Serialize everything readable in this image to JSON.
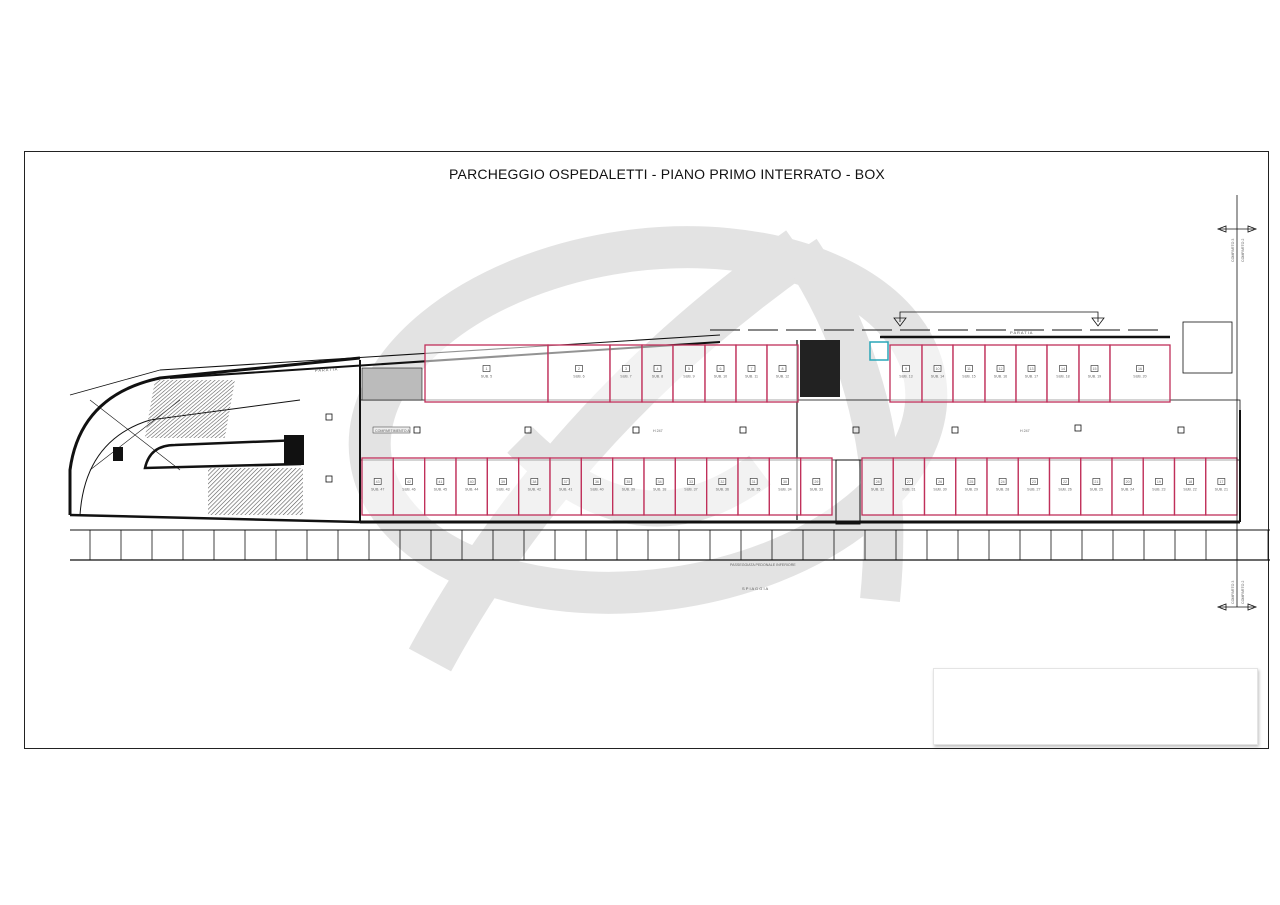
{
  "title": "PARCHEGGIO OSPEDALETTI - PIANO PRIMO INTERRATO - BOX",
  "colors": {
    "box_outline": "#c0305a",
    "watermark": "#e3e3e3",
    "lines": "#111111",
    "hatch": "#555555",
    "stair_glass": "#2aa6b8"
  },
  "watermark_icon": "circular-logo-watermark",
  "labels": {
    "paratia_left": "P A R A T I A",
    "paratia_right": "P A R A T I A",
    "compartment_a": "COMPARTIMENTO A",
    "height_left": "H 247",
    "height_right": "H 247",
    "lower_walkway": "PASSEGGIATA PEDONALE INFERIORE",
    "beach": "S P I A G G I A",
    "comparto_3": "COMPARTO 3",
    "comparto_2": "COMPARTO 2"
  },
  "top_boxes_left": [
    {
      "num": "1",
      "sub": "SUB. 5"
    },
    {
      "num": "2",
      "sub": "SUB. 6"
    },
    {
      "num": "3",
      "sub": "SUB. 7"
    },
    {
      "num": "4",
      "sub": "SUB. 8"
    },
    {
      "num": "5",
      "sub": "SUB. 9"
    },
    {
      "num": "6",
      "sub": "SUB. 10"
    },
    {
      "num": "7",
      "sub": "SUB. 11"
    },
    {
      "num": "8",
      "sub": "SUB. 12"
    }
  ],
  "top_boxes_right": [
    {
      "num": "9",
      "sub": "SUB. 13"
    },
    {
      "num": "10",
      "sub": "SUB. 14"
    },
    {
      "num": "11",
      "sub": "SUB. 15"
    },
    {
      "num": "12",
      "sub": "SUB. 16"
    },
    {
      "num": "13",
      "sub": "SUB. 17"
    },
    {
      "num": "14",
      "sub": "SUB. 18"
    },
    {
      "num": "15",
      "sub": "SUB. 19"
    },
    {
      "num": "16",
      "sub": "SUB. 20"
    }
  ],
  "bottom_boxes_left": [
    {
      "num": "43",
      "sub": "SUB. 47"
    },
    {
      "num": "42",
      "sub": "SUB. 46"
    },
    {
      "num": "41",
      "sub": "SUB. 45"
    },
    {
      "num": "40",
      "sub": "SUB. 44"
    },
    {
      "num": "39",
      "sub": "SUB. 43"
    },
    {
      "num": "38",
      "sub": "SUB. 42"
    },
    {
      "num": "37",
      "sub": "SUB. 41"
    },
    {
      "num": "36",
      "sub": "SUB. 40"
    },
    {
      "num": "35",
      "sub": "SUB. 39"
    },
    {
      "num": "34",
      "sub": "SUB. 38"
    },
    {
      "num": "33",
      "sub": "SUB. 37"
    },
    {
      "num": "32",
      "sub": "SUB. 36"
    },
    {
      "num": "31",
      "sub": "SUB. 35"
    },
    {
      "num": "30",
      "sub": "SUB. 34"
    },
    {
      "num": "29",
      "sub": "SUB. 33"
    }
  ],
  "bottom_boxes_right": [
    {
      "num": "28",
      "sub": "SUB. 32"
    },
    {
      "num": "27",
      "sub": "SUB. 31"
    },
    {
      "num": "26",
      "sub": "SUB. 30"
    },
    {
      "num": "25",
      "sub": "SUB. 29"
    },
    {
      "num": "24",
      "sub": "SUB. 28"
    },
    {
      "num": "23",
      "sub": "SUB. 27"
    },
    {
      "num": "22",
      "sub": "SUB. 26"
    },
    {
      "num": "21",
      "sub": "SUB. 25"
    },
    {
      "num": "20",
      "sub": "SUB. 24"
    },
    {
      "num": "19",
      "sub": "SUB. 23"
    },
    {
      "num": "18",
      "sub": "SUB. 22"
    },
    {
      "num": "17",
      "sub": "SUB. 21"
    }
  ]
}
